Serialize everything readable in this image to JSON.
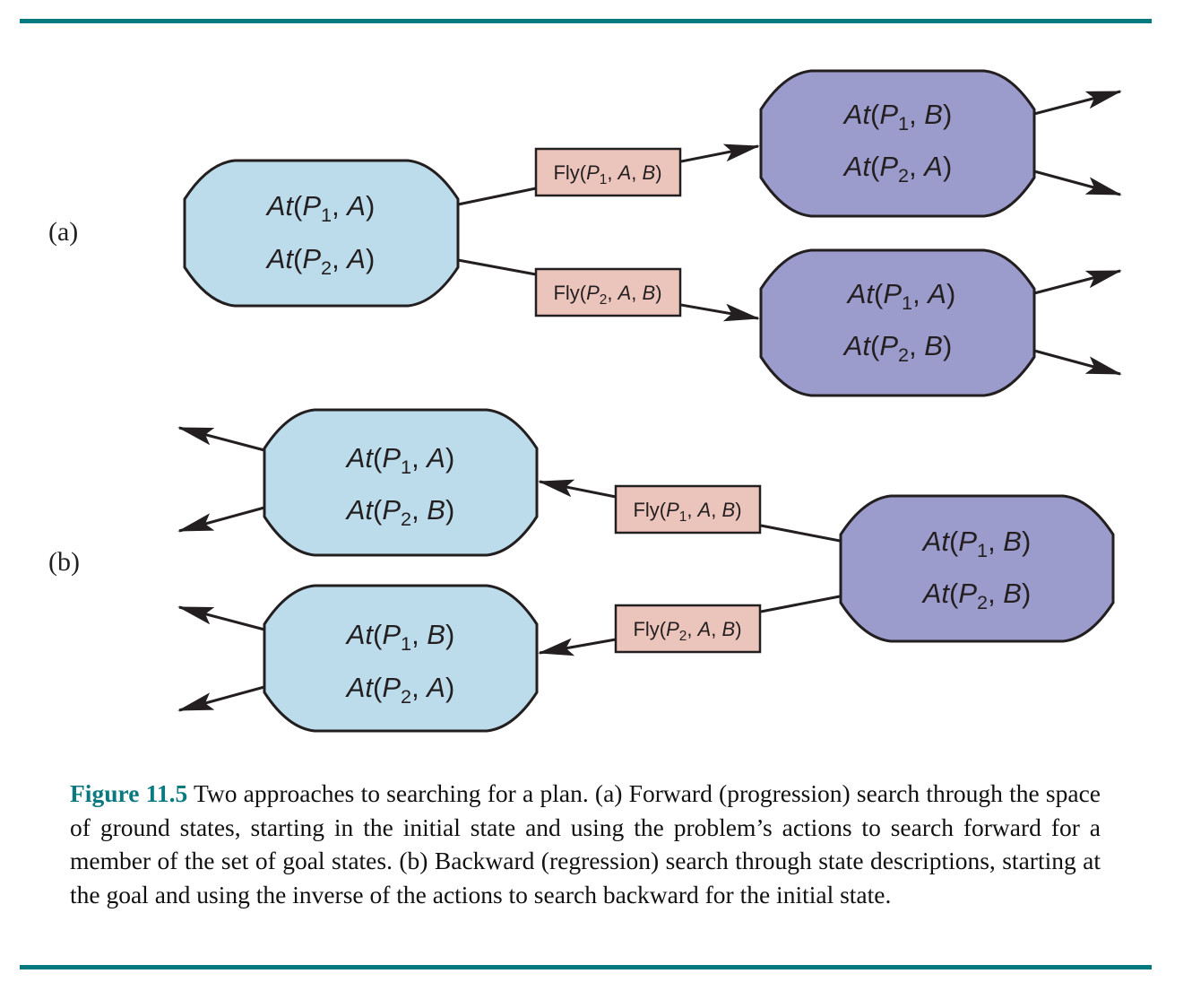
{
  "figure": {
    "label": "Figure 11.5",
    "caption": "Two approaches to searching for a plan. (a) Forward (progression) search through the space of ground states, starting in the initial state and using the problem’s actions to search forward for a member of the set of goal states. (b) Backward (regression) search through state descriptions, starting at the goal and using the inverse of the actions to search backward for the initial state.",
    "accent_color": "#047a80"
  },
  "panels": {
    "a": {
      "label": "(a)",
      "title": "Forward (progression) search",
      "initial_state": {
        "lines": [
          {
            "pred": "At",
            "obj": "P",
            "sub": "1",
            "loc": "A"
          },
          {
            "pred": "At",
            "obj": "P",
            "sub": "2",
            "loc": "A"
          }
        ]
      },
      "actions": [
        {
          "name": "Fly",
          "obj": "P",
          "sub": "1",
          "from": "A",
          "to": "B"
        },
        {
          "name": "Fly",
          "obj": "P",
          "sub": "2",
          "from": "A",
          "to": "B"
        }
      ],
      "successors": [
        {
          "lines": [
            {
              "pred": "At",
              "obj": "P",
              "sub": "1",
              "loc": "B"
            },
            {
              "pred": "At",
              "obj": "P",
              "sub": "2",
              "loc": "A"
            }
          ]
        },
        {
          "lines": [
            {
              "pred": "At",
              "obj": "P",
              "sub": "1",
              "loc": "A"
            },
            {
              "pred": "At",
              "obj": "P",
              "sub": "2",
              "loc": "B"
            }
          ]
        }
      ]
    },
    "b": {
      "label": "(b)",
      "title": "Backward (regression) search",
      "goal_state": {
        "lines": [
          {
            "pred": "At",
            "obj": "P",
            "sub": "1",
            "loc": "B"
          },
          {
            "pred": "At",
            "obj": "P",
            "sub": "2",
            "loc": "B"
          }
        ]
      },
      "actions": [
        {
          "name": "Fly",
          "obj": "P",
          "sub": "1",
          "from": "A",
          "to": "B"
        },
        {
          "name": "Fly",
          "obj": "P",
          "sub": "2",
          "from": "A",
          "to": "B"
        }
      ],
      "predecessors": [
        {
          "lines": [
            {
              "pred": "At",
              "obj": "P",
              "sub": "1",
              "loc": "A"
            },
            {
              "pred": "At",
              "obj": "P",
              "sub": "2",
              "loc": "B"
            }
          ]
        },
        {
          "lines": [
            {
              "pred": "At",
              "obj": "P",
              "sub": "1",
              "loc": "B"
            },
            {
              "pred": "At",
              "obj": "P",
              "sub": "2",
              "loc": "A"
            }
          ]
        }
      ]
    }
  },
  "colors": {
    "initial_state_fill": "#bcdcec",
    "goal_state_fill": "#9b9bcc",
    "action_fill": "#ebc4bb",
    "stroke": "#231f20"
  }
}
